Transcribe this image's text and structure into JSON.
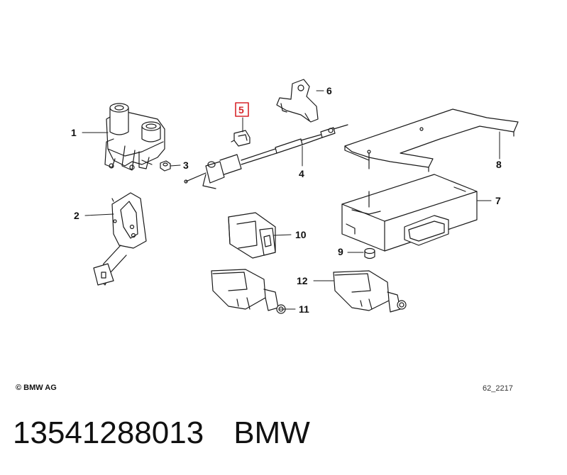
{
  "diagram": {
    "highlighted_part": "5",
    "callouts": [
      {
        "id": "1",
        "label": "1"
      },
      {
        "id": "2",
        "label": "2"
      },
      {
        "id": "3",
        "label": "3"
      },
      {
        "id": "4",
        "label": "4"
      },
      {
        "id": "5",
        "label": "5"
      },
      {
        "id": "6",
        "label": "6"
      },
      {
        "id": "7",
        "label": "7"
      },
      {
        "id": "8",
        "label": "8"
      },
      {
        "id": "9",
        "label": "9"
      },
      {
        "id": "10",
        "label": "10"
      },
      {
        "id": "11",
        "label": "11"
      },
      {
        "id": "12",
        "label": "12"
      }
    ],
    "highlight_color": "#d7262b"
  },
  "footer": {
    "copyright": "© BMW AG",
    "drawing_code": "62_2217"
  },
  "caption": {
    "part_number": "13541288013",
    "brand": "BMW"
  }
}
